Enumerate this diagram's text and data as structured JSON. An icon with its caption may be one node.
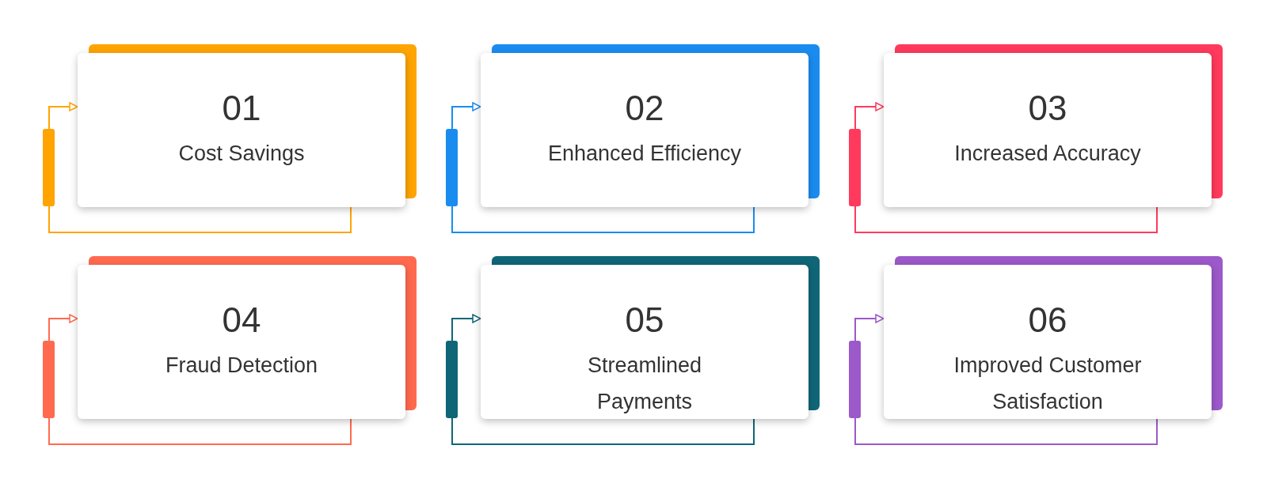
{
  "diagram": {
    "nodes": [
      {
        "text": [
          "01",
          "Cost Savings"
        ]
      },
      {
        "text": [
          "02",
          "Enhanced Efficiency"
        ]
      },
      {
        "text": [
          "03",
          "Increased Accuracy"
        ]
      },
      {
        "text": [
          "04",
          "Fraud Detection"
        ]
      },
      {
        "text": [
          "05",
          "Streamlined Payments"
        ]
      },
      {
        "text": [
          "06",
          "Improved Customer Satisfaction"
        ]
      }
    ],
    "edges": [
      {
        "from": 0,
        "to": 0,
        "arrow": "to",
        "color": "#ffa400"
      },
      {
        "from": 1,
        "to": 1,
        "arrow": "to",
        "color": "#1a8cf0"
      },
      {
        "from": 2,
        "to": 2,
        "arrow": "to",
        "color": "#ff3a5c"
      },
      {
        "from": 3,
        "to": 3,
        "arrow": "to",
        "color": "#ff6a4f"
      },
      {
        "from": 4,
        "to": 4,
        "arrow": "to",
        "color": "#0f6677"
      },
      {
        "from": 5,
        "to": 5,
        "arrow": "to",
        "color": "#9c59c9"
      }
    ]
  }
}
